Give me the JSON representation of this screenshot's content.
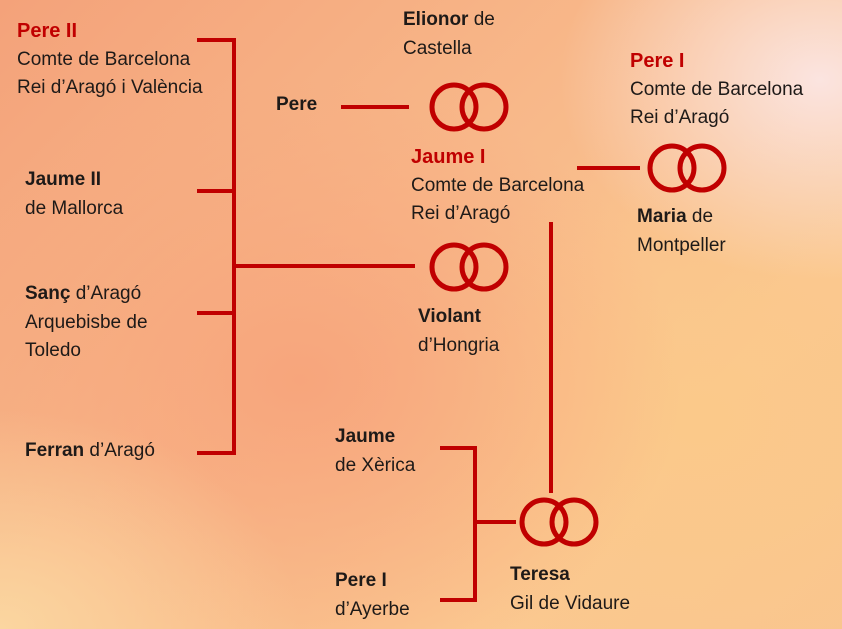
{
  "people": {
    "pere2": {
      "name": "Pere II",
      "lines": [
        "Comte de Barcelona",
        "Rei d’Aragó i València"
      ]
    },
    "elionor": {
      "name": "Elionor",
      "suffix": " de",
      "lines": [
        "Castella"
      ]
    },
    "pere": {
      "name": "Pere"
    },
    "pere1": {
      "name": "Pere I",
      "lines": [
        "Comte de Barcelona",
        "Rei d’Aragó"
      ]
    },
    "jaume1": {
      "name": "Jaume I",
      "lines": [
        "Comte de Barcelona",
        "Rei d’Aragó"
      ]
    },
    "maria": {
      "name": "Maria",
      "suffix": " de",
      "lines": [
        "Montpeller"
      ]
    },
    "jaume2": {
      "name": "Jaume II",
      "lines": [
        "de Mallorca"
      ]
    },
    "sanc": {
      "name": "Sanç",
      "suffix": " d’Aragó",
      "lines": [
        "Arquebisbe de",
        "Toledo"
      ]
    },
    "violant": {
      "name": "Violant",
      "lines": [
        "d’Hongria"
      ]
    },
    "ferran": {
      "name": "Ferran",
      "suffix": " d’Aragó"
    },
    "jaumexerica": {
      "name": "Jaume",
      "lines": [
        "de Xèrica"
      ]
    },
    "pereayerbe": {
      "name": "Pere I",
      "lines": [
        "d’Ayerbe"
      ]
    },
    "teresa": {
      "name": "Teresa",
      "lines": [
        "Gil de Vidaure"
      ]
    }
  },
  "colors": {
    "accent": "#c00000"
  }
}
